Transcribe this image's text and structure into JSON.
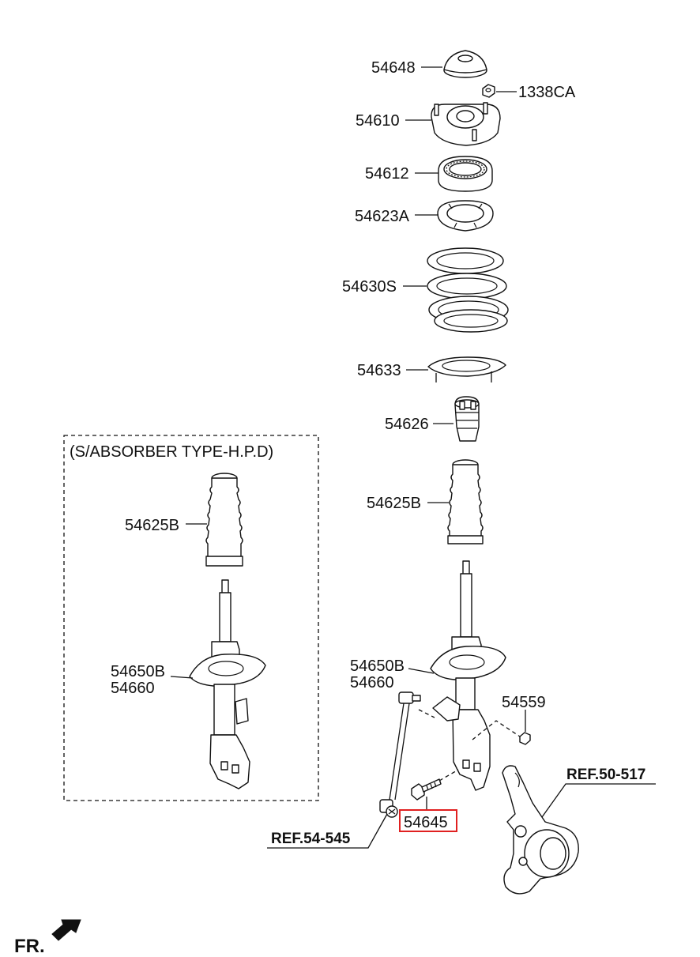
{
  "section_box": {
    "title": "(S/ABSORBER TYPE-H.P.D)"
  },
  "labels": {
    "p54648": "54648",
    "p1338ca": "1338CA",
    "p54610": "54610",
    "p54612": "54612",
    "p54623a": "54623A",
    "p54630s": "54630S",
    "p54633": "54633",
    "p54626": "54626",
    "p54625b_main": "54625B",
    "p54625b_box": "54625B",
    "p54650b_main": "54650B",
    "p54660_main": "54660",
    "p54650b_box": "54650B",
    "p54660_box": "54660",
    "p54559": "54559",
    "p54645": "54645"
  },
  "refs": {
    "ref_54_545": "REF.54-545",
    "ref_50_517": "REF.50-517"
  },
  "direction": {
    "label": "FR."
  },
  "colors": {
    "highlight": "#e02020",
    "ink": "#111111"
  }
}
